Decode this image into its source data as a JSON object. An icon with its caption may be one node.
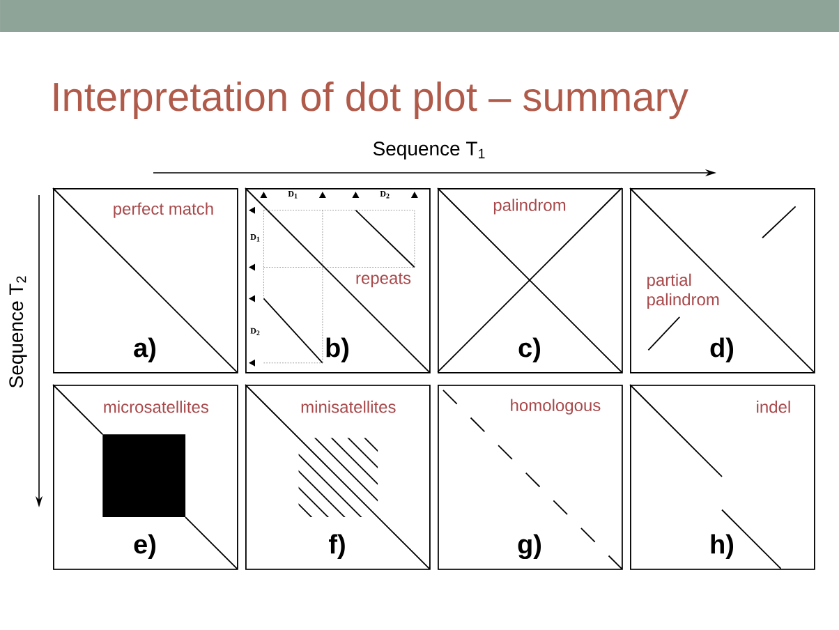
{
  "diagram": {
    "title": "Interpretation of dot plot – summary",
    "nodes": [
      {
        "text": [
          "perfect match",
          "a)"
        ]
      },
      {
        "text": [
          "repeats",
          "b)"
        ]
      },
      {
        "text": [
          "palindrom",
          "c)"
        ]
      },
      {
        "text": [
          "partial palindrom",
          "d)"
        ]
      },
      {
        "text": [
          "microsatellites",
          "e)"
        ]
      },
      {
        "text": [
          "minisatellites",
          "f)"
        ]
      },
      {
        "text": [
          "homologous",
          "g)"
        ]
      },
      {
        "text": [
          "indel",
          "h)"
        ]
      }
    ],
    "labels": [
      "Sequence T$_{1}$",
      "Sequence T$_{2}$",
      "D$_{1}$",
      "D$_{2}$",
      "D$_{1}$",
      "D$_{2}$"
    ]
  }
}
